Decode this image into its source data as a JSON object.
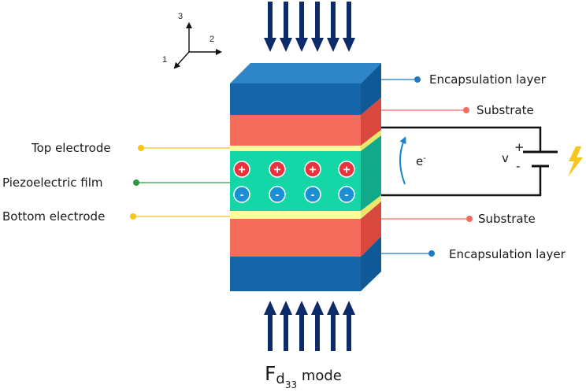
{
  "axes": {
    "axis_3": "3",
    "axis_2": "2",
    "axis_1": "1"
  },
  "labels": {
    "encapsulation_top": "Encapsulation layer",
    "substrate_top": "Substrate",
    "top_electrode": "Top electrode",
    "piezo_film": "Piezoelectric film",
    "bottom_electrode": "Bottom electrode",
    "substrate_bottom": "Substrate",
    "encapsulation_bottom": "Encapsulation layer"
  },
  "circuit": {
    "electron": "e",
    "electron_sup": "-",
    "voltage": "v",
    "plus": "+",
    "minus": "-"
  },
  "charges": {
    "positive": "+",
    "negative": "-"
  },
  "mode": {
    "F": "F",
    "sub": "d",
    "subsub": "33",
    "word": " mode"
  },
  "colors": {
    "encapsulation": "#1466a8",
    "encapsulation_top_face": "#2e86c8",
    "substrate": "#f56b5c",
    "electrode": "#ffff9a",
    "piezo": "#14d6a6",
    "arrow": "#0d2a6b",
    "positive_charge": "#e8323e",
    "negative_charge": "#1a8fd6",
    "leader_yellow": "#f7c51c",
    "leader_green": "#2e9c3e",
    "leader_red": "#f56b5c",
    "leader_blue": "#1a7cc4",
    "lightning": "#f7c51c"
  },
  "icons": [
    "axis-triad-icon",
    "battery-icon",
    "lightning-icon",
    "curved-arrow-icon",
    "force-arrow-icon"
  ]
}
